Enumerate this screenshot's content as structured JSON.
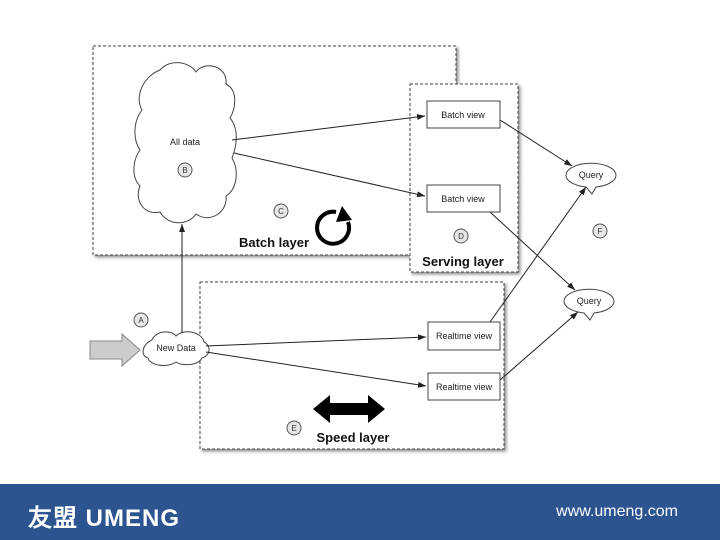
{
  "diagram": {
    "all_data": "All data",
    "new_data": "New Data",
    "batch_view_1": "Batch view",
    "batch_view_2": "Batch view",
    "realtime_view_1": "Realtime view",
    "realtime_view_2": "Realtime view",
    "query_1": "Query",
    "query_2": "Query",
    "batch_layer": "Batch layer",
    "serving_layer": "Serving layer",
    "speed_layer": "Speed layer",
    "markers": {
      "a": "A",
      "b": "B",
      "c": "C",
      "d": "D",
      "e": "E",
      "f": "F"
    }
  },
  "footer": {
    "logo": "友盟 UMENG",
    "url": "www.umeng.com",
    "color": "#2b5491"
  }
}
